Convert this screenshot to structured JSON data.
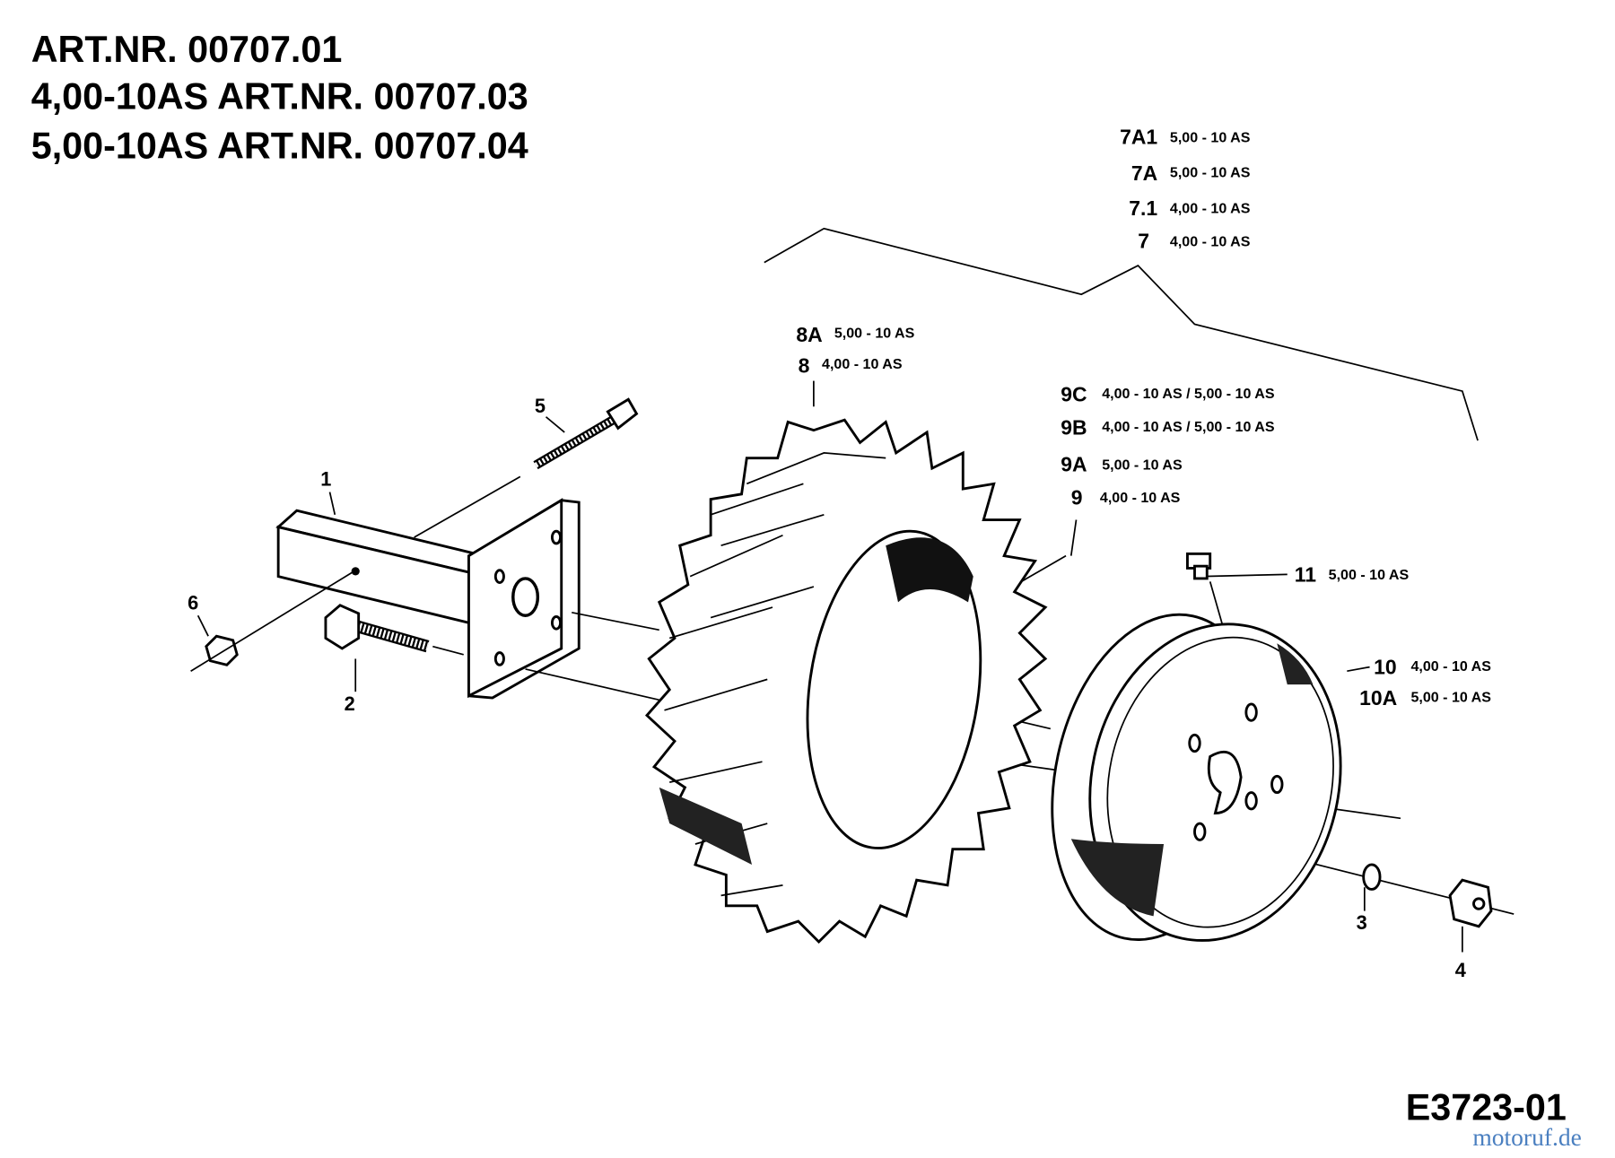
{
  "header": {
    "lines": [
      "ART.NR. 00707.01",
      "4,00-10AS ART.NR. 00707.03",
      "5,00-10AS ART.NR. 00707.04"
    ]
  },
  "callouts": {
    "c7A1": {
      "num": "7A1",
      "spec": "5,00 - 10 AS"
    },
    "c7A": {
      "num": "7A",
      "spec": "5,00 - 10 AS"
    },
    "c71": {
      "num": "7.1",
      "spec": "4,00 - 10 AS"
    },
    "c7": {
      "num": "7",
      "spec": "4,00 - 10 AS"
    },
    "c8A": {
      "num": "8A",
      "spec": "5,00 - 10 AS"
    },
    "c8": {
      "num": "8",
      "spec": "4,00 - 10 AS"
    },
    "c9C": {
      "num": "9C",
      "spec": "4,00 - 10 AS / 5,00 - 10 AS"
    },
    "c9B": {
      "num": "9B",
      "spec": "4,00 - 10 AS / 5,00 - 10 AS"
    },
    "c9A": {
      "num": "9A",
      "spec": "5,00 - 10 AS"
    },
    "c9": {
      "num": "9",
      "spec": "4,00 - 10 AS"
    },
    "c11": {
      "num": "11",
      "spec": "5,00 - 10 AS"
    },
    "c10": {
      "num": "10",
      "spec": "4,00 - 10 AS"
    },
    "c10A": {
      "num": "10A",
      "spec": "5,00 - 10 AS"
    }
  },
  "parts": {
    "p1": "1",
    "p2": "2",
    "p3": "3",
    "p4": "4",
    "p5": "5",
    "p6": "6"
  },
  "footer": {
    "drawing_id": "E3723-01",
    "watermark": "motoruf.de"
  }
}
